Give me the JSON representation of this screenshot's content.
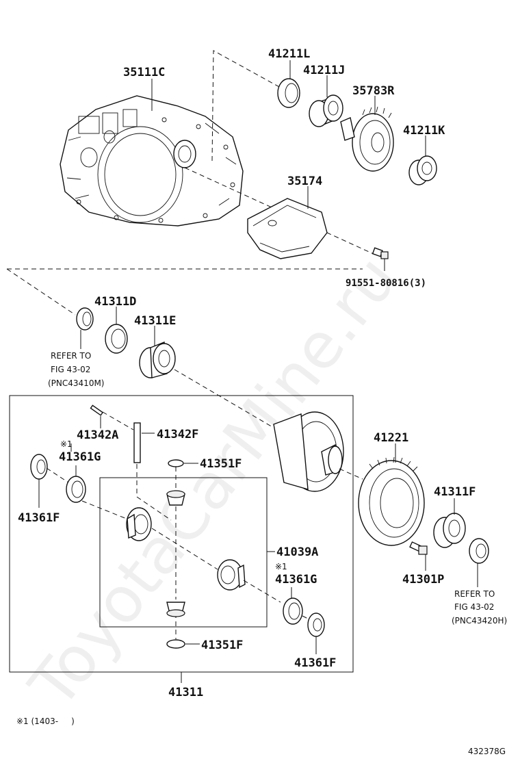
{
  "labels": {
    "p35111C": "35111C",
    "p41211L": "41211L",
    "p41211J": "41211J",
    "p35783R": "35783R",
    "p41211K": "41211K",
    "p35174": "35174",
    "p91551": "91551-80816(3)",
    "p41311D": "41311D",
    "p41311E": "41311E",
    "p41342A": "41342A",
    "p41342F": "41342F",
    "p41361G_a": "41361G",
    "p41351F_a": "41351F",
    "p41361F_a": "41361F",
    "p41221": "41221",
    "p41311F": "41311F",
    "p41039A": "41039A",
    "p41301P": "41301P",
    "p41361G_b": "41361G",
    "p41351F_b": "41351F",
    "p41361F_b": "41361F",
    "p41311": "41311"
  },
  "refs": {
    "left_line1": "REFER TO",
    "left_line2": "FIG 43-02",
    "left_line3": "(PNC43410M)",
    "right_line1": "REFER TO",
    "right_line2": "FIG 43-02",
    "right_line3": "(PNC43420H)"
  },
  "marks": {
    "note_mark_a": "※1",
    "note_mark_b": "※1"
  },
  "footnote": "※1 (1403-     )",
  "figure_id": "432378G",
  "watermark": "ToyotaCarMine.ru"
}
